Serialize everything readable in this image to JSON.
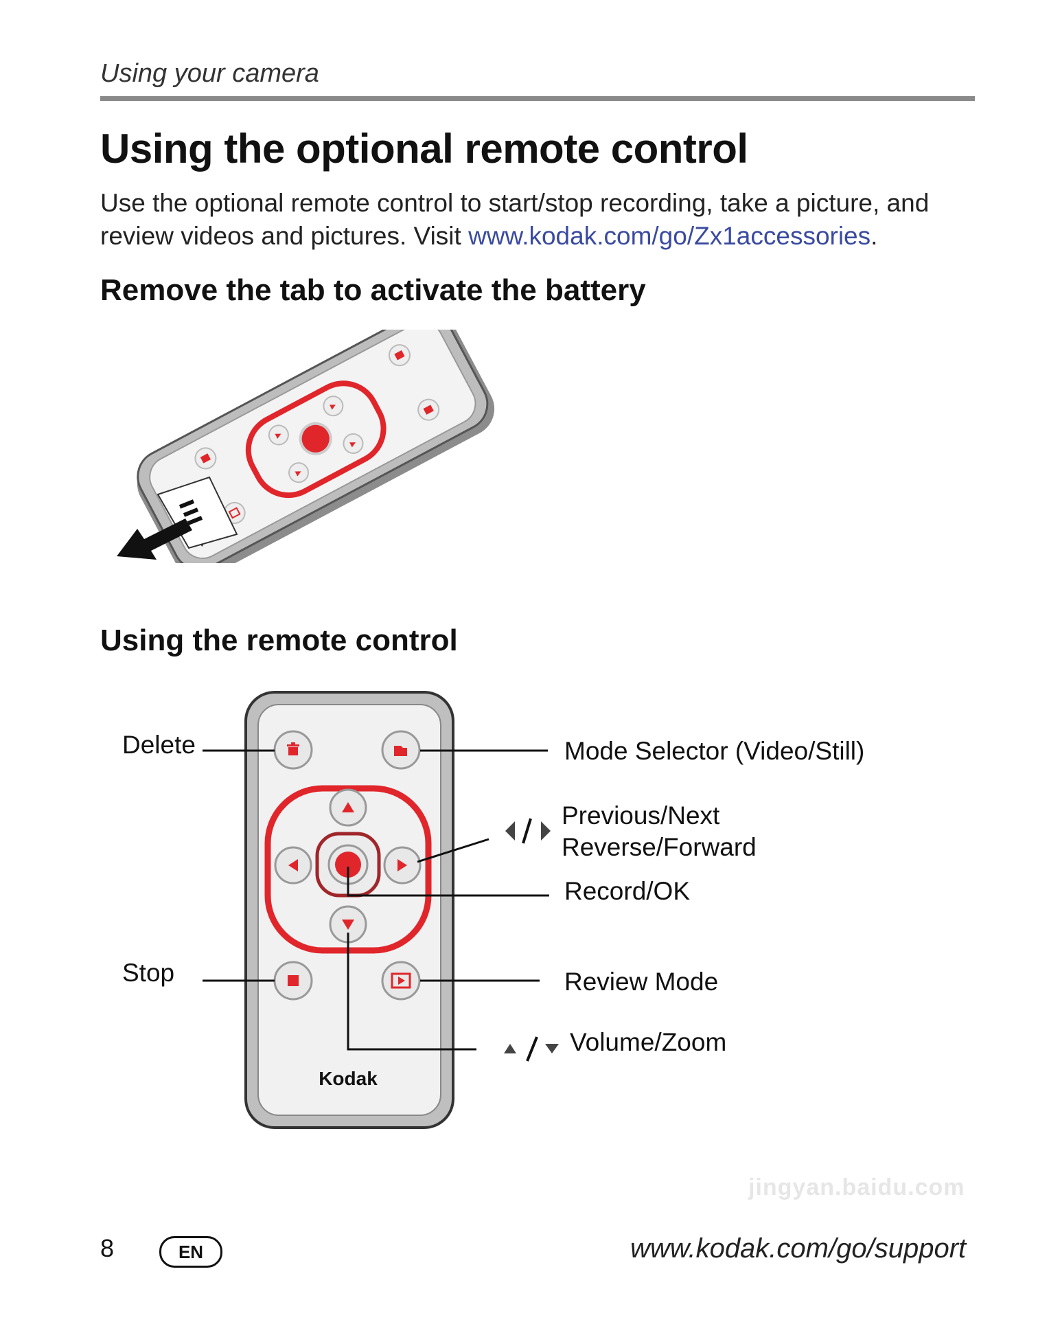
{
  "header": {
    "section": "Using your camera"
  },
  "title": "Using the optional remote control",
  "intro": {
    "text": "Use the optional remote control to start/stop recording, take a picture, and review videos and pictures. Visit ",
    "link": "www.kodak.com/go/Zx1accessories",
    "end": "."
  },
  "section1": {
    "heading": "Remove the tab to activate the battery"
  },
  "section2": {
    "heading": "Using the remote control"
  },
  "remote": {
    "brand": "Kodak"
  },
  "labels": {
    "delete": "Delete",
    "stop": "Stop",
    "mode_selector": "Mode Selector (Video/Still)",
    "previous_next": "Previous/Next",
    "reverse_forward": "Reverse/Forward",
    "record_ok": "Record/OK",
    "review_mode": "Review Mode",
    "volume_zoom": "Volume/Zoom"
  },
  "footer": {
    "page_number": "8",
    "language": "EN",
    "url": "www.kodak.com/go/support"
  },
  "watermark": {
    "text": "jingyan.baidu.com"
  },
  "colors": {
    "accent_red": "#e0262b",
    "link_blue": "#3a4aa0",
    "rule_gray": "#8a8a8a"
  }
}
